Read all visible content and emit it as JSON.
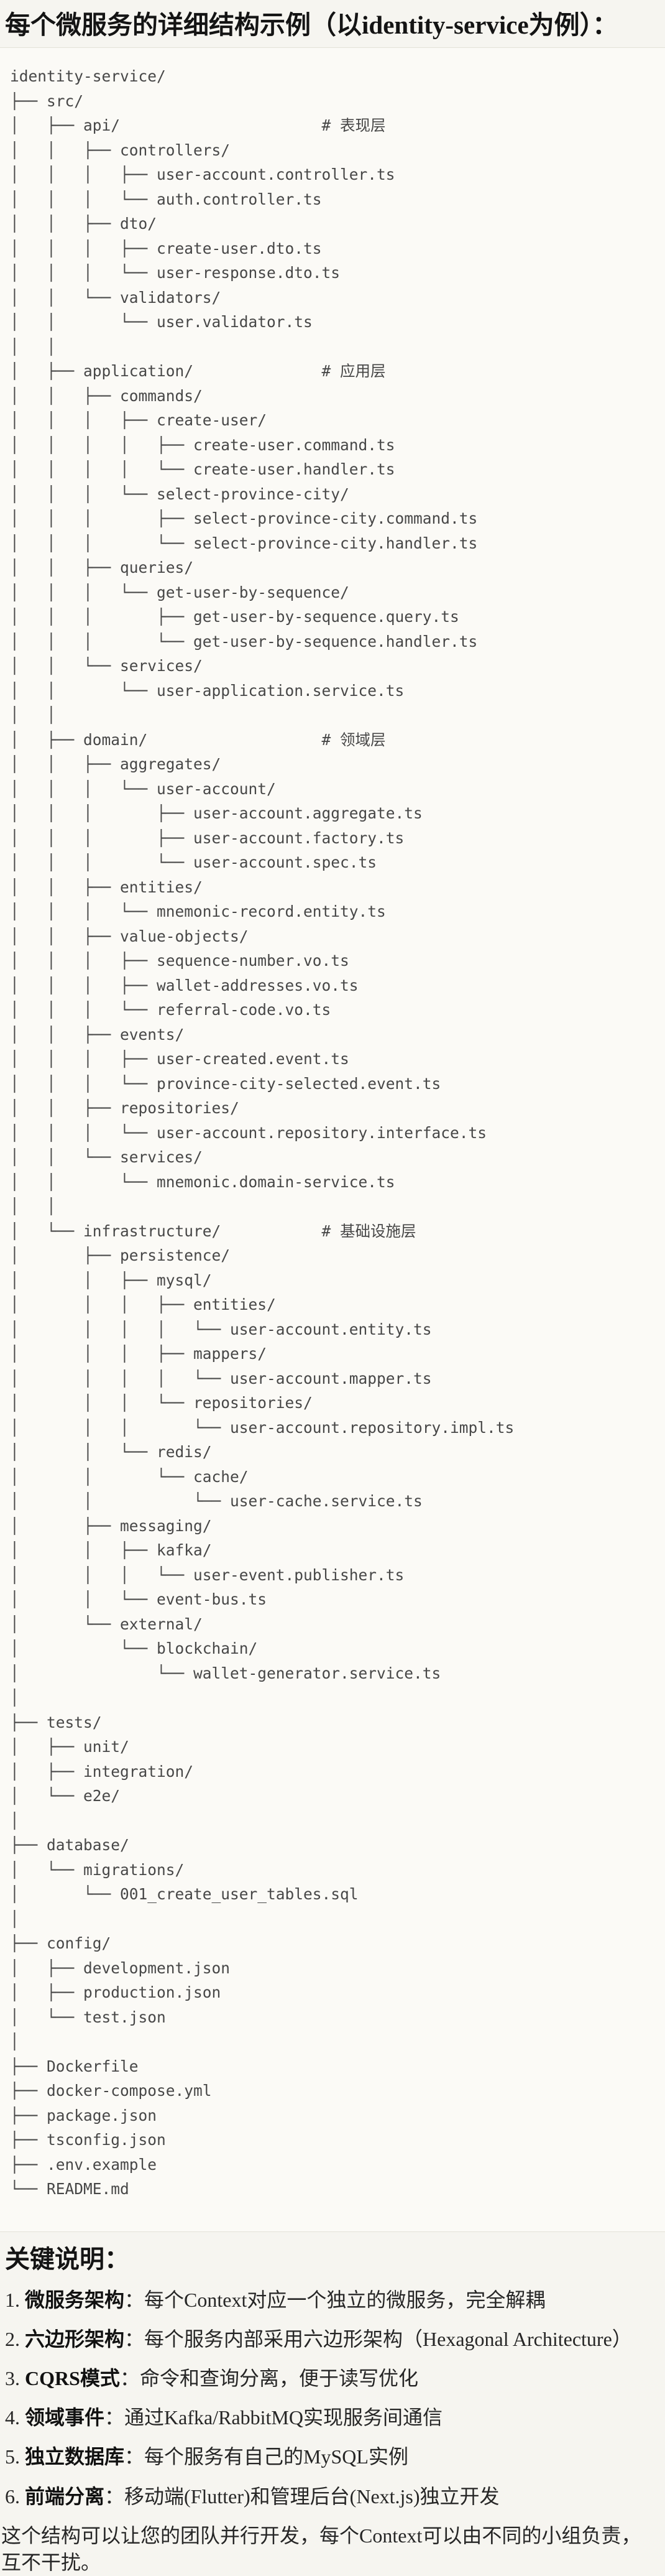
{
  "page": {
    "title": "每个微服务的详细结构示例（以identity-service为例）："
  },
  "code_block": {
    "language": "plain-text-tree",
    "tree_lines": [
      "identity-service/",
      "├── src/",
      "│   ├── api/                      # 表现层",
      "│   │   ├── controllers/",
      "│   │   │   ├── user-account.controller.ts",
      "│   │   │   └── auth.controller.ts",
      "│   │   ├── dto/",
      "│   │   │   ├── create-user.dto.ts",
      "│   │   │   └── user-response.dto.ts",
      "│   │   └── validators/",
      "│   │       └── user.validator.ts",
      "│   │",
      "│   ├── application/              # 应用层",
      "│   │   ├── commands/",
      "│   │   │   ├── create-user/",
      "│   │   │   │   ├── create-user.command.ts",
      "│   │   │   │   └── create-user.handler.ts",
      "│   │   │   └── select-province-city/",
      "│   │   │       ├── select-province-city.command.ts",
      "│   │   │       └── select-province-city.handler.ts",
      "│   │   ├── queries/",
      "│   │   │   └── get-user-by-sequence/",
      "│   │   │       ├── get-user-by-sequence.query.ts",
      "│   │   │       └── get-user-by-sequence.handler.ts",
      "│   │   └── services/",
      "│   │       └── user-application.service.ts",
      "│   │",
      "│   ├── domain/                   # 领域层",
      "│   │   ├── aggregates/",
      "│   │   │   └── user-account/",
      "│   │   │       ├── user-account.aggregate.ts",
      "│   │   │       ├── user-account.factory.ts",
      "│   │   │       └── user-account.spec.ts",
      "│   │   ├── entities/",
      "│   │   │   └── mnemonic-record.entity.ts",
      "│   │   ├── value-objects/",
      "│   │   │   ├── sequence-number.vo.ts",
      "│   │   │   ├── wallet-addresses.vo.ts",
      "│   │   │   └── referral-code.vo.ts",
      "│   │   ├── events/",
      "│   │   │   ├── user-created.event.ts",
      "│   │   │   └── province-city-selected.event.ts",
      "│   │   ├── repositories/",
      "│   │   │   └── user-account.repository.interface.ts",
      "│   │   └── services/",
      "│   │       └── mnemonic.domain-service.ts",
      "│   │",
      "│   └── infrastructure/           # 基础设施层",
      "│       ├── persistence/",
      "│       │   ├── mysql/",
      "│       │   │   ├── entities/",
      "│       │   │   │   └── user-account.entity.ts",
      "│       │   │   ├── mappers/",
      "│       │   │   │   └── user-account.mapper.ts",
      "│       │   │   └── repositories/",
      "│       │   │       └── user-account.repository.impl.ts",
      "│       │   └── redis/",
      "│       │       └── cache/",
      "│       │           └── user-cache.service.ts",
      "│       ├── messaging/",
      "│       │   ├── kafka/",
      "│       │   │   └── user-event.publisher.ts",
      "│       │   └── event-bus.ts",
      "│       └── external/",
      "│           └── blockchain/",
      "│               └── wallet-generator.service.ts",
      "│",
      "├── tests/",
      "│   ├── unit/",
      "│   ├── integration/",
      "│   └── e2e/",
      "│",
      "├── database/",
      "│   └── migrations/",
      "│       └── 001_create_user_tables.sql",
      "│",
      "├── config/",
      "│   ├── development.json",
      "│   ├── production.json",
      "│   └── test.json",
      "│",
      "├── Dockerfile",
      "├── docker-compose.yml",
      "├── package.json",
      "├── tsconfig.json",
      "├── .env.example",
      "└── README.md"
    ]
  },
  "notes": {
    "heading": "关键说明：",
    "items": [
      {
        "num": "1.",
        "term": "微服务架构",
        "colon": "：",
        "desc": "每个Context对应一个独立的微服务，完全解耦"
      },
      {
        "num": "2.",
        "term": "六边形架构",
        "colon": "：",
        "desc": "每个服务内部采用六边形架构（Hexagonal Architecture）"
      },
      {
        "num": "3.",
        "term": "CQRS模式",
        "colon": "：",
        "desc": "命令和查询分离，便于读写优化"
      },
      {
        "num": "4.",
        "term": "领域事件",
        "colon": "：",
        "desc": "通过Kafka/RabbitMQ实现服务间通信"
      },
      {
        "num": "5.",
        "term": "独立数据库",
        "colon": "：",
        "desc": "每个服务有自己的MySQL实例"
      },
      {
        "num": "6.",
        "term": "前端分离",
        "colon": "：",
        "desc": "移动端(Flutter)和管理后台(Next.js)独立开发"
      }
    ],
    "closing": "这个结构可以让您的团队并行开发，每个Context可以由不同的小组负责，互不干扰。"
  },
  "colors": {
    "page_background": "#f6f5f0",
    "code_background": "#fbfaf6",
    "code_border": "#e3e1d8",
    "tree_text": "#474747",
    "heading_text": "#141414",
    "body_text": "#262626"
  }
}
